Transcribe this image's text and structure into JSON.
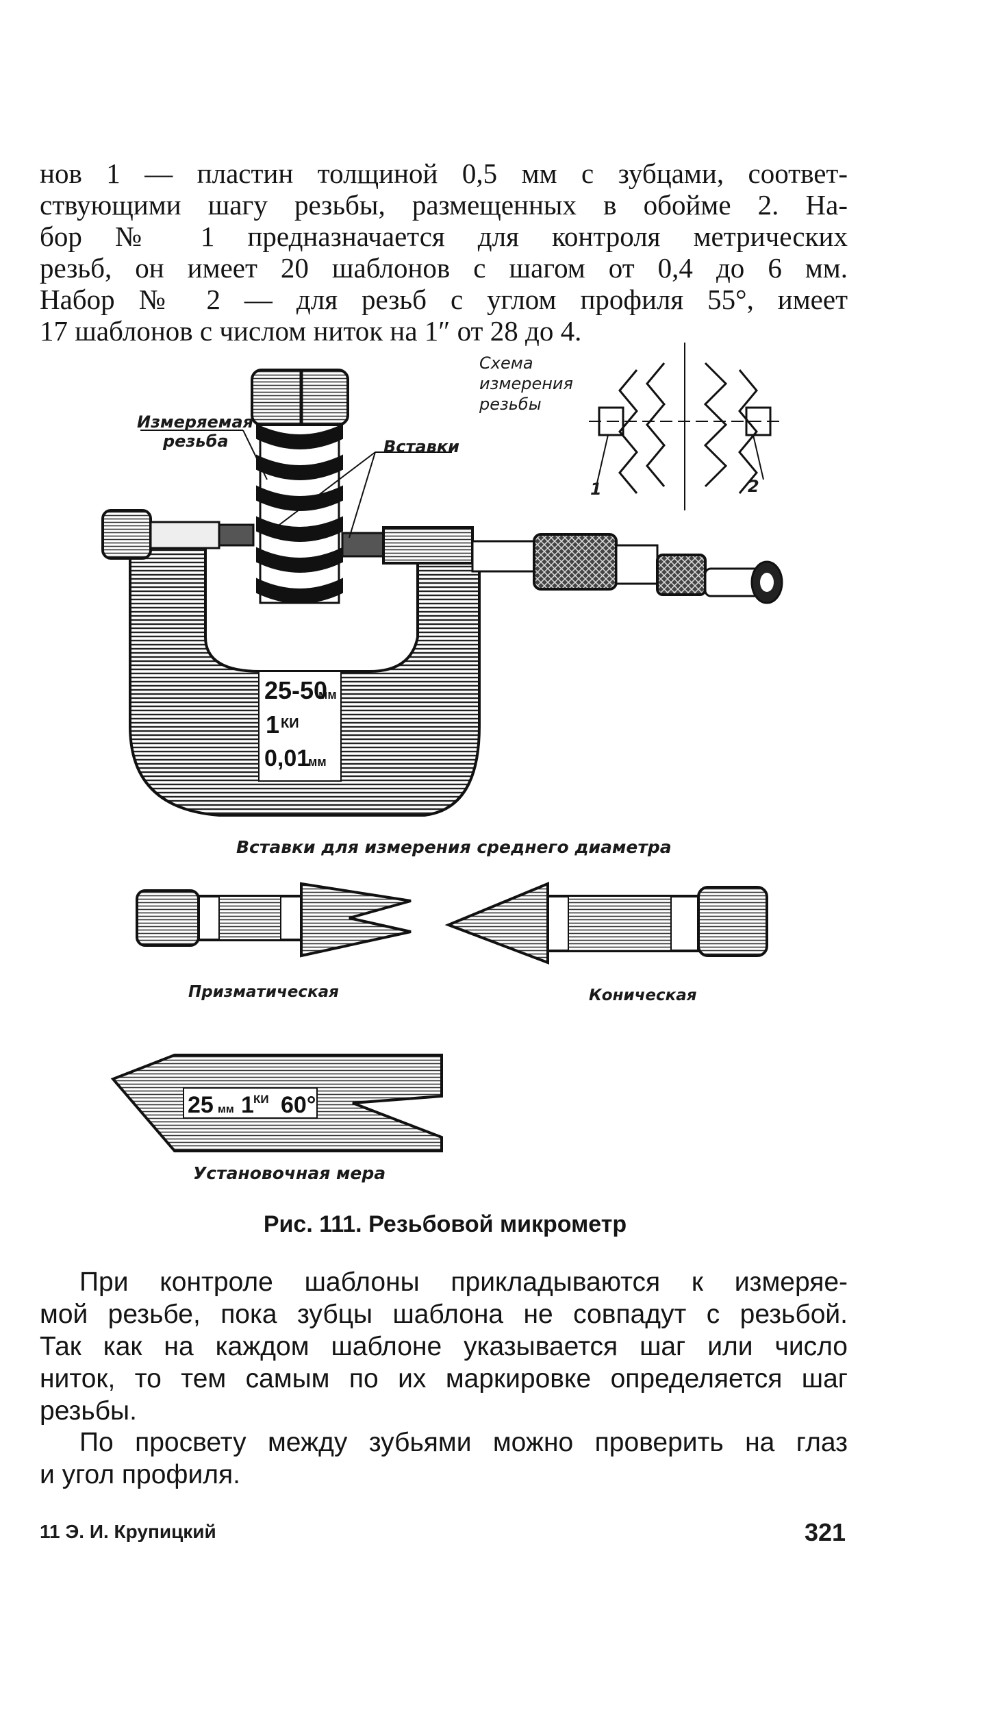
{
  "top_paragraph": {
    "lines": [
      "нов 1 — пластин толщиной 0,5 мм с зубцами, соответ-",
      "ствующими шагу резьбы, размещенных в обойме 2. На-",
      "бор № 1 предназначается для контроля метрических",
      "резьб, он имеет 20 шаблонов с шагом от 0,4 до 6 мм.",
      "Набор № 2 — для резьб с углом профиля 55°, имеет",
      "17 шаблонов с числом ниток на 1″ от 28 до 4."
    ]
  },
  "figure": {
    "labels": {
      "measured_thread": [
        "Измеряемая",
        "резьба"
      ],
      "inserts": "Вставки",
      "scheme": [
        "Схема",
        "измерения",
        "резьбы"
      ],
      "scheme_num_1": "1",
      "scheme_num_2": "2",
      "inserts_for_pitch": "Вставки для измерения среднего диаметра",
      "prismatic": "Призматическая",
      "conical": "Коническая",
      "setting_gauge": "Установочная мера"
    },
    "micrometer_plate": {
      "range": "25-50",
      "range_unit": "мм",
      "class_num": "1",
      "class_abbr": "КИ",
      "resolution": "0,01",
      "resolution_unit": "мм"
    },
    "gauge_marking": {
      "size": "25",
      "size_unit": "мм",
      "class_num": "1",
      "class_abbr": "КИ",
      "angle": "60°"
    },
    "caption": "Рис. 111. Резьбовой микрометр"
  },
  "bottom_paragraphs": [
    {
      "lines": [
        "При контроле шаблоны прикладываются к измеряе-",
        "мой резьбе, пока зубцы шаблона не совпадут с резьбой.",
        "Так как на каждом шаблоне указывается шаг или число",
        "ниток, то тем самым по их маркировке определяется шаг",
        "резьбы."
      ]
    },
    {
      "lines": [
        "По просвету между зубьями можно проверить на глаз",
        "и угол профиля."
      ]
    }
  ],
  "footer": {
    "signature": "11 Э. И. Крупицкий",
    "page_number": "321"
  }
}
